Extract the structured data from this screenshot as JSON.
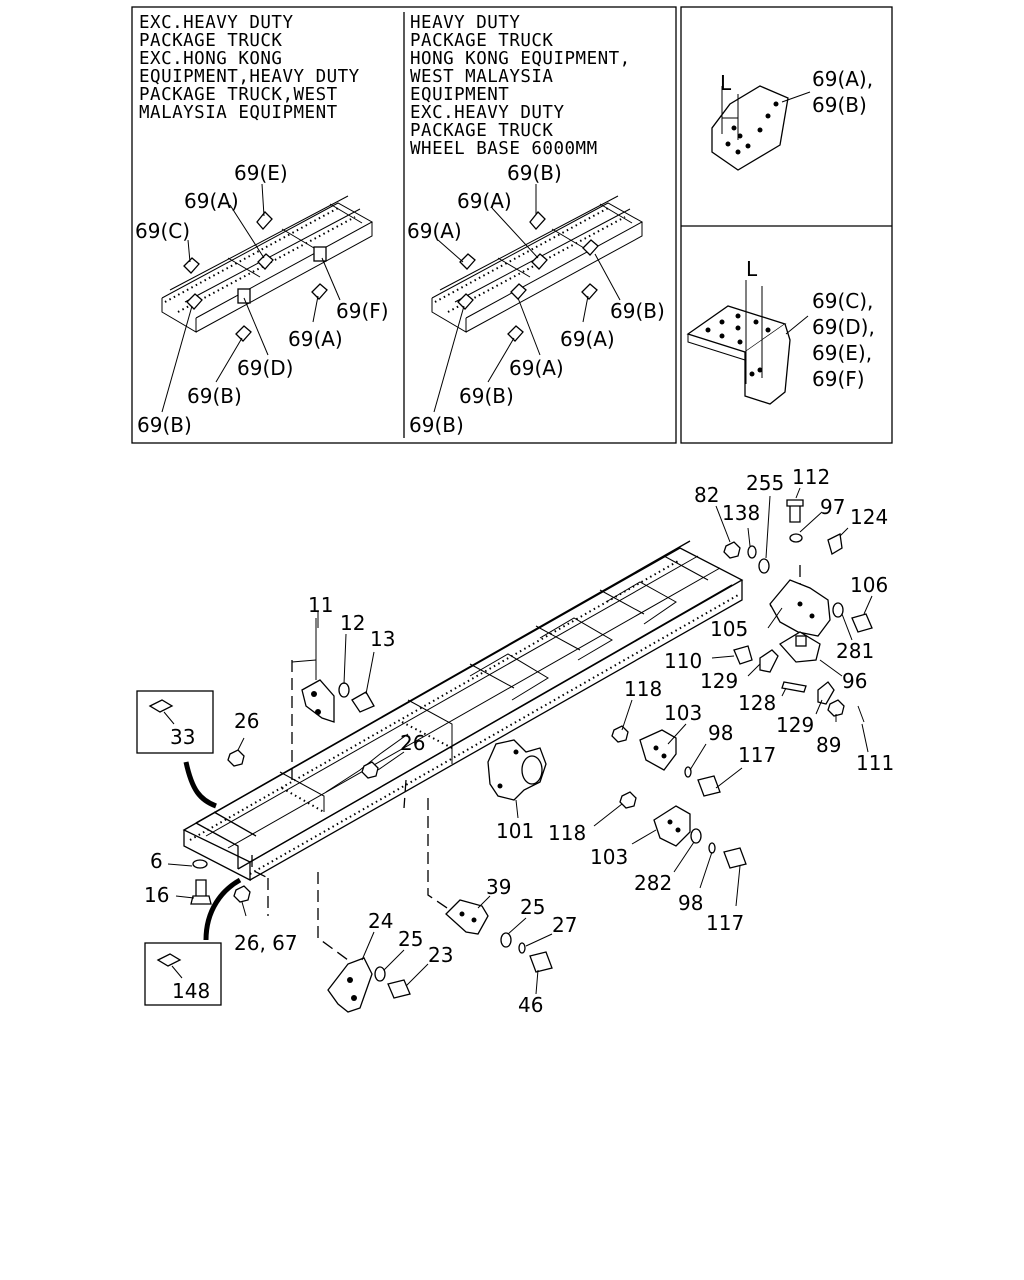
{
  "inset_left": {
    "condition_a": [
      "EXC.HEAVY DUTY",
      "PACKAGE TRUCK",
      "EXC.HONG KONG",
      "EQUIPMENT,HEAVY DUTY",
      "PACKAGE TRUCK,WEST",
      "MALAYSIA EQUIPMENT"
    ],
    "condition_b": [
      "HEAVY DUTY",
      "PACKAGE TRUCK",
      "HONG KONG EQUIPMENT,",
      "WEST MALAYSIA",
      "EQUIPMENT",
      "EXC.HEAVY DUTY",
      "PACKAGE TRUCK",
      "WHEEL BASE 6000MM"
    ],
    "labels_a": [
      "69(E)",
      "69(A)",
      "69(C)",
      "69(F)",
      "69(A)",
      "69(D)",
      "69(B)",
      "69(B)"
    ],
    "labels_b": [
      "69(B)",
      "69(A)",
      "69(A)",
      "69(B)",
      "69(A)",
      "69(A)",
      "69(B)",
      "69(B)"
    ]
  },
  "inset_right": {
    "top": {
      "dim": "L",
      "labels": [
        "69(A),",
        "69(B)"
      ]
    },
    "bottom": {
      "dim": "L",
      "labels": [
        "69(C),",
        "69(D),",
        "69(E),",
        "69(F)"
      ]
    }
  },
  "callouts": [
    {
      "id": "c82",
      "text": "82"
    },
    {
      "id": "c138",
      "text": "138"
    },
    {
      "id": "c255",
      "text": "255"
    },
    {
      "id": "c112",
      "text": "112"
    },
    {
      "id": "c97",
      "text": "97"
    },
    {
      "id": "c124",
      "text": "124"
    },
    {
      "id": "c106",
      "text": "106"
    },
    {
      "id": "c105",
      "text": "105"
    },
    {
      "id": "c281",
      "text": "281"
    },
    {
      "id": "c110",
      "text": "110"
    },
    {
      "id": "c129a",
      "text": "129"
    },
    {
      "id": "c96",
      "text": "96"
    },
    {
      "id": "c128",
      "text": "128"
    },
    {
      "id": "c129b",
      "text": "129"
    },
    {
      "id": "c89",
      "text": "89"
    },
    {
      "id": "c111",
      "text": "111"
    },
    {
      "id": "c118a",
      "text": "118"
    },
    {
      "id": "c103a",
      "text": "103"
    },
    {
      "id": "c98a",
      "text": "98"
    },
    {
      "id": "c117a",
      "text": "117"
    },
    {
      "id": "c11",
      "text": "11"
    },
    {
      "id": "c12",
      "text": "12"
    },
    {
      "id": "c13",
      "text": "13"
    },
    {
      "id": "c26a",
      "text": "26"
    },
    {
      "id": "c26b",
      "text": "26"
    },
    {
      "id": "c33",
      "text": "33"
    },
    {
      "id": "c101",
      "text": "101"
    },
    {
      "id": "c118b",
      "text": "118"
    },
    {
      "id": "c103b",
      "text": "103"
    },
    {
      "id": "c282",
      "text": "282"
    },
    {
      "id": "c98b",
      "text": "98"
    },
    {
      "id": "c117b",
      "text": "117"
    },
    {
      "id": "c6",
      "text": "6"
    },
    {
      "id": "c16",
      "text": "16"
    },
    {
      "id": "c2667",
      "text": "26, 67"
    },
    {
      "id": "c39",
      "text": "39"
    },
    {
      "id": "c25a",
      "text": "25"
    },
    {
      "id": "c27",
      "text": "27"
    },
    {
      "id": "c24",
      "text": "24"
    },
    {
      "id": "c25b",
      "text": "25"
    },
    {
      "id": "c23",
      "text": "23"
    },
    {
      "id": "c46",
      "text": "46"
    },
    {
      "id": "c148",
      "text": "148"
    }
  ]
}
